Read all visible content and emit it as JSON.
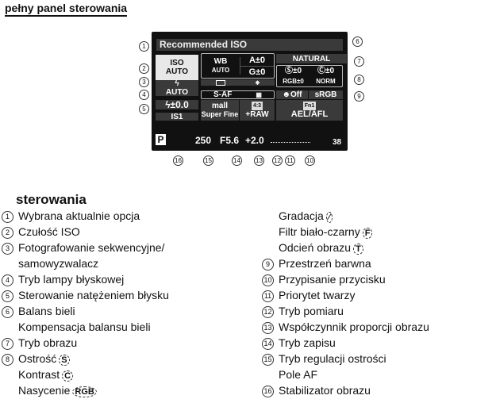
{
  "title": "pełny panel sterowania",
  "panel": {
    "recommended": "Recommended ISO",
    "iso": "ISO",
    "iso_val": "AUTO",
    "wb": "WB",
    "wb_val": "AUTO",
    "wb_a": "A±0",
    "wb_g": "G±0",
    "picture_mode": "NATURAL",
    "sharpness": "Ⓢ±0",
    "contrast": "Ⓒ±0",
    "saturation": "RGB±0",
    "gradation": "NORM",
    "flash_icon": "ϟ",
    "flash_mode": "AUTO",
    "af_mode": "S-AF",
    "af_area": "▦",
    "face": "Off",
    "color_space": "sRGB",
    "flash_comp": "ϟ±0.0",
    "record_size": "mall",
    "record_quality": "Super Fine",
    "aspect": "4:3",
    "raw": "+RAW",
    "fn": "Fn1",
    "fn_val": "AEL/AFL",
    "is": "IS1",
    "mode": "P",
    "shutter": "250",
    "aperture": "F5.6",
    "ev": "+2.0",
    "shots": "38"
  },
  "callouts": [
    "1",
    "2",
    "3",
    "4",
    "5",
    "6",
    "7",
    "8",
    "9",
    "10",
    "11",
    "12",
    "13",
    "14",
    "15",
    "16"
  ],
  "heading": "sterowania",
  "left_items": [
    {
      "n": "1",
      "t": "Wybrana aktualnie opcja"
    },
    {
      "n": "2",
      "t": "Czułość ISO"
    },
    {
      "n": "3",
      "t": "Fotografowanie sekwencyjne/"
    },
    {
      "n": "",
      "t": "samowyzwalacz"
    },
    {
      "n": "4",
      "t": "Tryb lampy błyskowej"
    },
    {
      "n": "5",
      "t": "Sterowanie natężeniem błysku"
    },
    {
      "n": "6",
      "t": "Balans bieli"
    },
    {
      "n": "",
      "t": "Kompensacja balansu bieli"
    },
    {
      "n": "7",
      "t": "Tryb obrazu"
    },
    {
      "n": "8",
      "t": "Ostrość",
      "s": "S"
    },
    {
      "n": "",
      "t": "Kontrast",
      "s": "C"
    },
    {
      "n": "",
      "t": "Nasycenie",
      "s": "RGB"
    }
  ],
  "right_items": [
    {
      "n": "",
      "t": "Gradacja",
      "s": "⁄"
    },
    {
      "n": "",
      "t": "Filtr biało-czarny",
      "s": "F"
    },
    {
      "n": "",
      "t": "Odcień obrazu",
      "s": "T"
    },
    {
      "n": "9",
      "t": "Przestrzeń barwna"
    },
    {
      "n": "10",
      "t": "Przypisanie przycisku"
    },
    {
      "n": "11",
      "t": "Priorytet twarzy"
    },
    {
      "n": "12",
      "t": "Tryb pomiaru"
    },
    {
      "n": "13",
      "t": "Współczynnik proporcji obrazu"
    },
    {
      "n": "14",
      "t": "Tryb zapisu"
    },
    {
      "n": "15",
      "t": "Tryb regulacji ostrości"
    },
    {
      "n": "",
      "t": "Pole AF"
    },
    {
      "n": "16",
      "t": "Stabilizator obrazu"
    }
  ]
}
